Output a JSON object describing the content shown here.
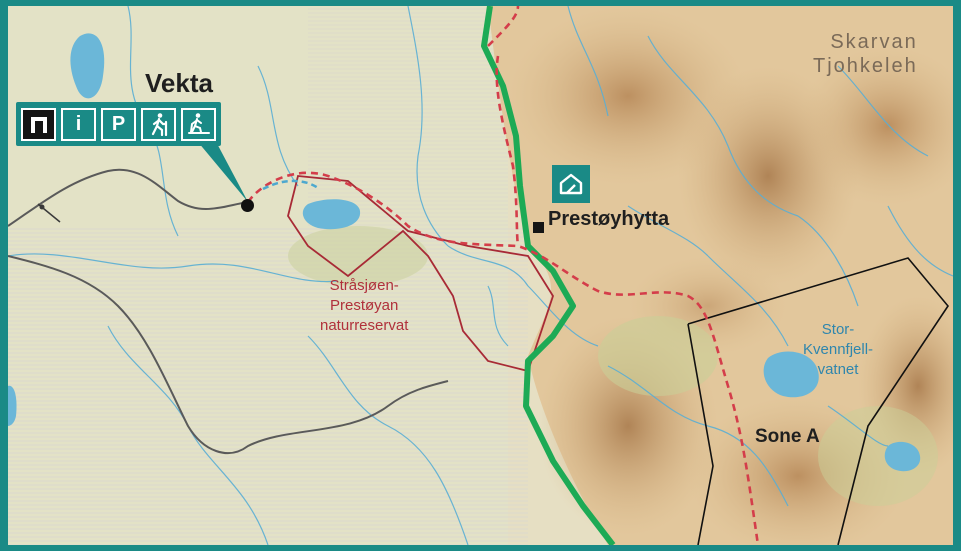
{
  "places": {
    "trailhead": "Vekta",
    "cabin": "Prestøyhytta",
    "mountain_line1": "Skarvan",
    "mountain_line2": "Tjohkeleh",
    "zone": "Sone A"
  },
  "reserve": {
    "line1": "Stråsjøen-",
    "line2": "Prestøyan",
    "line3": "naturreservat"
  },
  "lake": {
    "line1": "Stor-",
    "line2": "Kvennfjell-",
    "line3": "vatnet"
  },
  "trailhead_icons": [
    {
      "name": "shelter-icon",
      "glyph": "Π"
    },
    {
      "name": "info-icon",
      "glyph": "i"
    },
    {
      "name": "parking-icon",
      "glyph": "P"
    },
    {
      "name": "hiking-icon",
      "glyph": "hiker"
    },
    {
      "name": "skiing-icon",
      "glyph": "skier"
    }
  ],
  "icon_symbols": {
    "info": "i",
    "parking": "P"
  },
  "colors": {
    "frame": "#1a8a86",
    "terrain_light": "#ece3c7",
    "terrain_dark": "#cda776",
    "water": "#4da8cf",
    "national_park_border": "#1daa55",
    "trail": "#d43d4a",
    "reserve_border": "#a82a36",
    "zone_border": "#111111",
    "road": "#555555"
  }
}
